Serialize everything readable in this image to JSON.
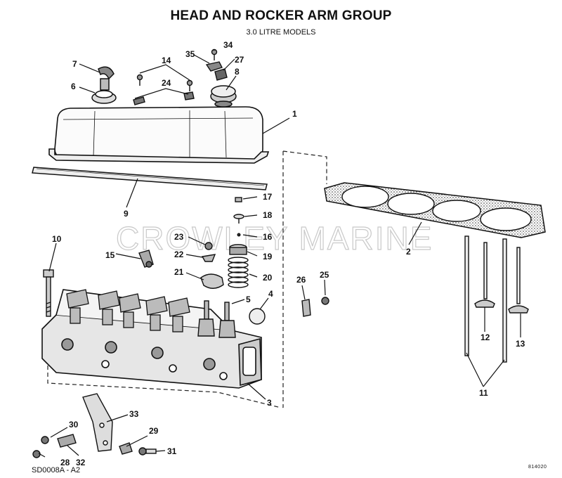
{
  "title": "HEAD AND ROCKER ARM GROUP",
  "subtitle": "3.0 LITRE MODELS",
  "watermark": "CROWLEY MARINE",
  "footer_code": "SD0008A - A2",
  "footer_ref": "814020",
  "callouts": [
    "1",
    "2",
    "3",
    "4",
    "5",
    "6",
    "7",
    "8",
    "9",
    "10",
    "11",
    "12",
    "13",
    "14",
    "15",
    "16",
    "17",
    "18",
    "19",
    "20",
    "21",
    "22",
    "23",
    "24",
    "25",
    "26",
    "27",
    "28",
    "29",
    "30",
    "31",
    "32",
    "33",
    "34",
    "35"
  ]
}
